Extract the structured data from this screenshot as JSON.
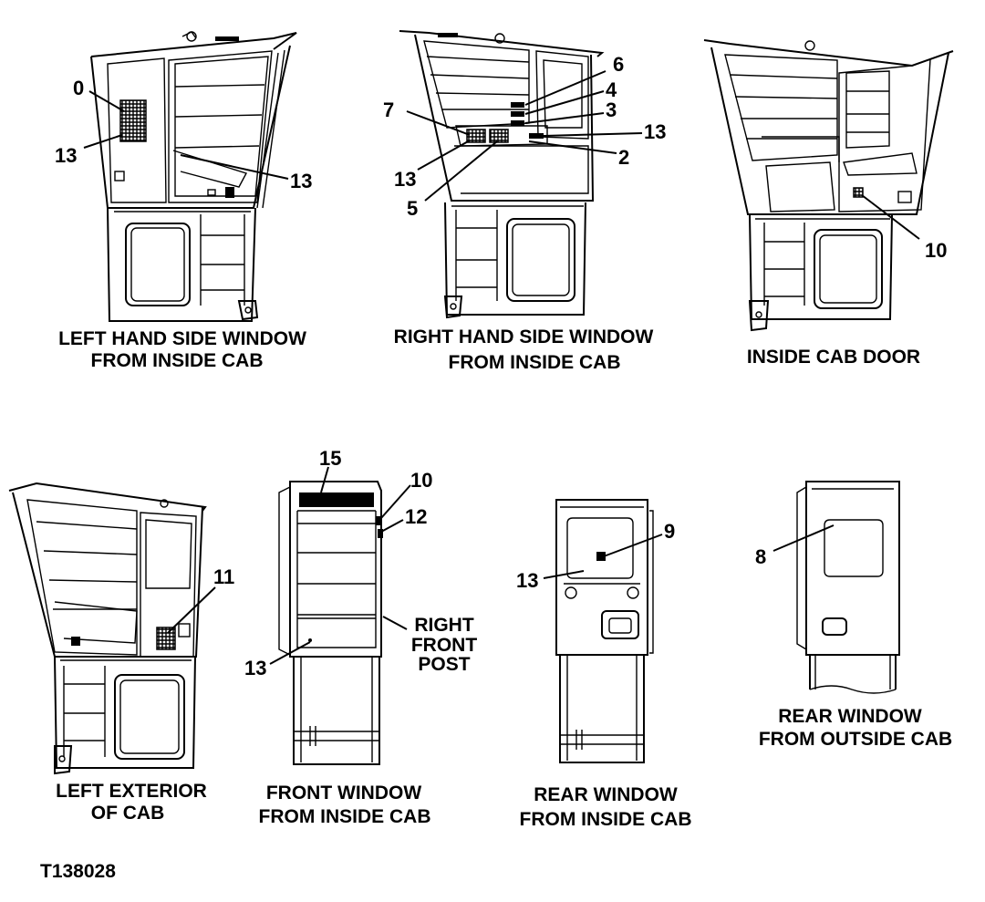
{
  "captions": {
    "left_window_1": "LEFT HAND SIDE WINDOW",
    "left_window_2": "FROM INSIDE CAB",
    "right_window_1": "RIGHT HAND SIDE WINDOW",
    "right_window_2": "FROM INSIDE CAB",
    "cab_door": "INSIDE CAB DOOR",
    "left_exterior_1": "LEFT EXTERIOR",
    "left_exterior_2": "OF CAB",
    "front_window_1": "FRONT WINDOW",
    "front_window_2": "FROM INSIDE CAB",
    "rear_inside_1": "REAR WINDOW",
    "rear_inside_2": "FROM INSIDE CAB",
    "rear_outside_1": "REAR WINDOW",
    "rear_outside_2": "FROM OUTSIDE CAB",
    "right_front_post_1": "RIGHT",
    "right_front_post_2": "FRONT",
    "right_front_post_3": "POST"
  },
  "callouts": {
    "v1": [
      "0",
      "13",
      "13"
    ],
    "v2": [
      "6",
      "4",
      "3",
      "7",
      "13",
      "2",
      "13",
      "5"
    ],
    "v3": [
      "10"
    ],
    "v4": [
      "11"
    ],
    "v5": [
      "15",
      "10",
      "12",
      "13"
    ],
    "v6": [
      "9",
      "13"
    ],
    "v7": [
      "8"
    ]
  },
  "figure_id": "T138028"
}
